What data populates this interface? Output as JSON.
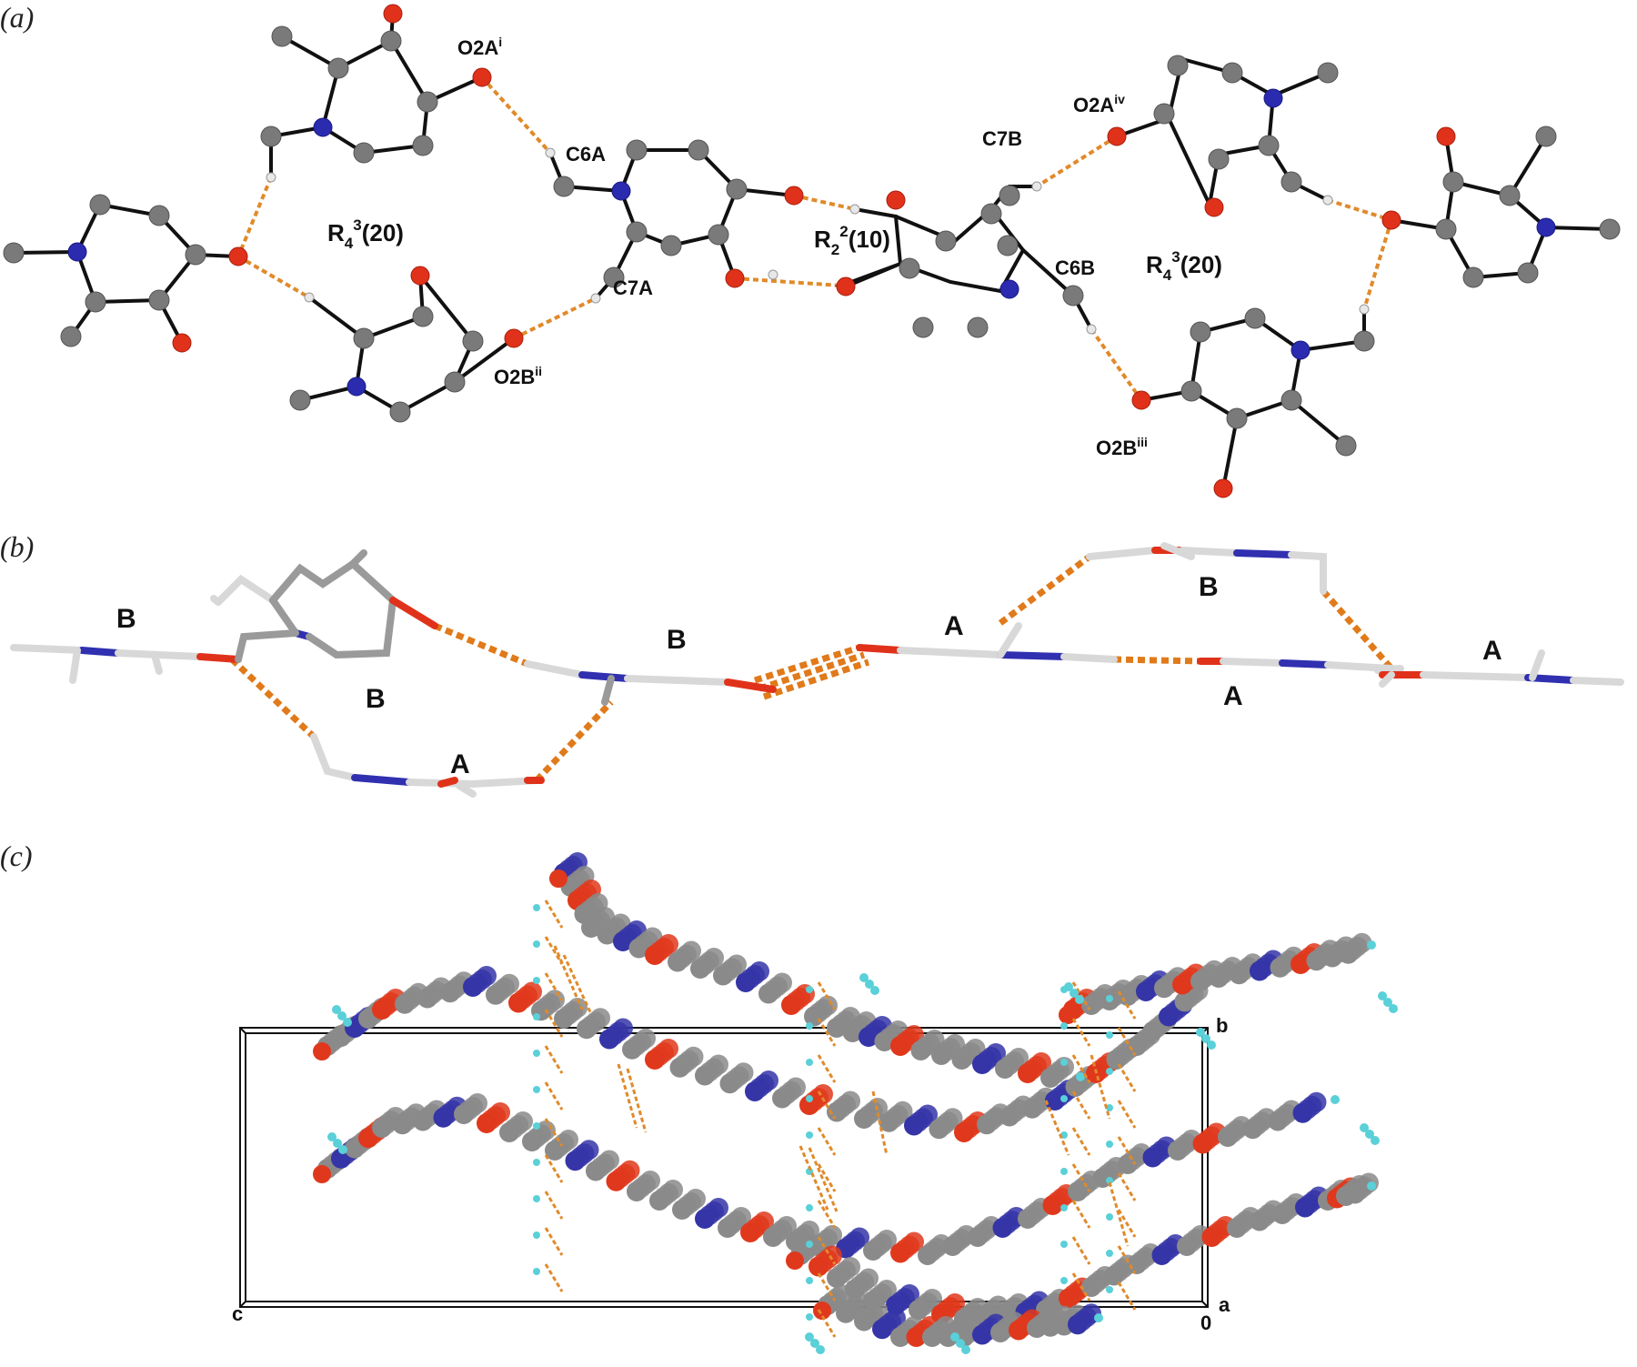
{
  "panels": {
    "a": {
      "label": "(a)",
      "atom_labels": {
        "o2a_i": "O2A",
        "o2a_i_sup": "i",
        "c6a": "C6A",
        "c7a": "C7A",
        "o2b_ii": "O2B",
        "o2b_ii_sup": "ii",
        "o2a_iv": "O2A",
        "o2a_iv_sup": "iv",
        "c7b": "C7B",
        "c6b": "C6B",
        "o2b_iii": "O2B",
        "o2b_iii_sup": "iii"
      },
      "ring_motifs": {
        "left": {
          "base": "R",
          "sub": "4",
          "sup": "3",
          "tail": "(20)"
        },
        "center": {
          "base": "R",
          "sub": "2",
          "sup": "2",
          "tail": "(10)"
        },
        "right": {
          "base": "R",
          "sub": "4",
          "sup": "3",
          "tail": "(20)"
        }
      }
    },
    "b": {
      "label": "(b)",
      "molecule_labels": {
        "b_left": "B",
        "b_upper_mid": "B",
        "b_center": "B",
        "a_lower_left": "A",
        "a_center": "A",
        "b_upper_right": "B",
        "a_lower_right": "A",
        "a_far_right": "A"
      }
    },
    "c": {
      "label": "(c)",
      "axis_labels": {
        "b": "b",
        "a": "a",
        "c": "c",
        "origin": "0"
      }
    }
  },
  "colors": {
    "carbon": "#7a7a7a",
    "nitrogen": "#2b2bb0",
    "oxygen": "#e0321a",
    "hydrogen": "#e8e8e8",
    "hydrogen_packing": "#5ad0d8",
    "hydrogen_bond": "#e08a2a"
  }
}
